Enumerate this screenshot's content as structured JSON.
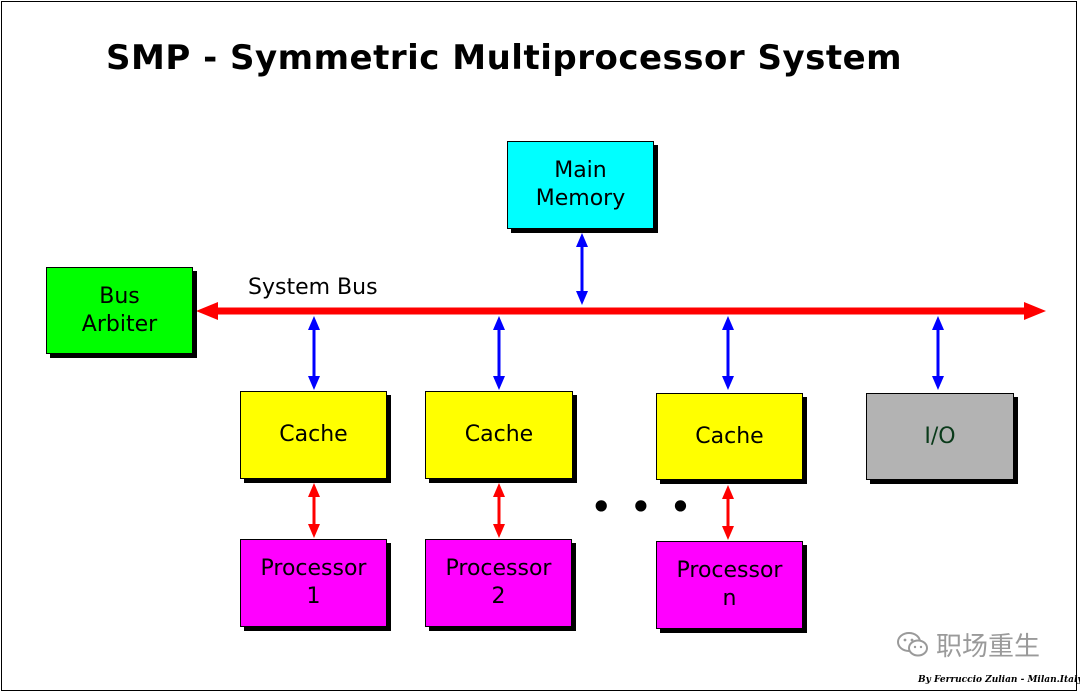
{
  "title": "SMP - Symmetric Multiprocessor System",
  "bus_label": "System Bus",
  "nodes": {
    "main_memory": "Main\nMemory",
    "bus_arbiter": "Bus\nArbiter",
    "cache_1": "Cache",
    "cache_2": "Cache",
    "cache_n": "Cache",
    "io": "I/O",
    "processor_1": "Processor\n1",
    "processor_2": "Processor\n2",
    "processor_n": "Processor\nn"
  },
  "ellipsis": "• • •",
  "watermark": "职场重生",
  "watermark_icon": "wechat-icon",
  "credit": "By Ferruccio Zulian - Milan.Italy",
  "colors": {
    "system_bus": "#ff0000",
    "bus_connections": "#0000ff",
    "cache_processor_links": "#ff0000",
    "memory": "#00ffff",
    "arbiter": "#00ff00",
    "cache": "#ffff00",
    "io": "#b3b3b3",
    "processor": "#ff00ff"
  }
}
